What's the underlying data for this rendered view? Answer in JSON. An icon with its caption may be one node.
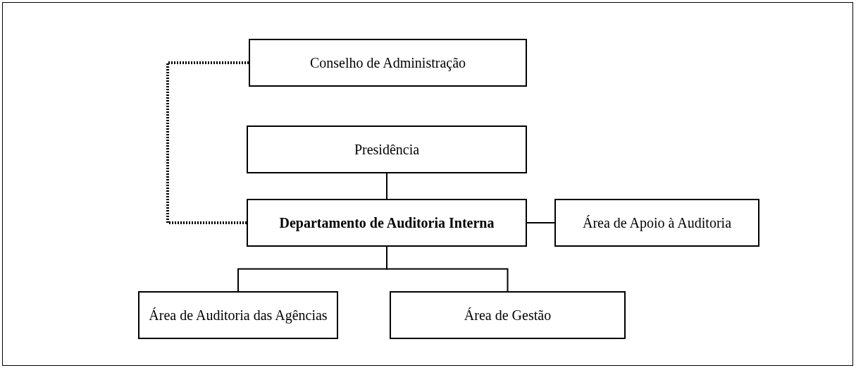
{
  "diagram": {
    "nodes": [
      {
        "text": [
          "Conselho de Administração"
        ]
      },
      {
        "text": [
          "Presidência"
        ]
      },
      {
        "text": [
          "Departamento de Auditoria Interna"
        ]
      },
      {
        "text": [
          "Área de Apoio à Auditoria"
        ]
      },
      {
        "text": [
          "Área de Auditoria das Agências"
        ]
      },
      {
        "text": [
          "Área de Gestão"
        ]
      }
    ],
    "edges": [
      {
        "from": 0,
        "to": 2,
        "arrow": "none",
        "style": "dashed"
      },
      {
        "from": 1,
        "to": 2,
        "arrow": "none"
      },
      {
        "from": 2,
        "to": 3,
        "arrow": "none"
      },
      {
        "from": 2,
        "to": 4,
        "arrow": "none"
      },
      {
        "from": 2,
        "to": 5,
        "arrow": "none"
      }
    ]
  }
}
